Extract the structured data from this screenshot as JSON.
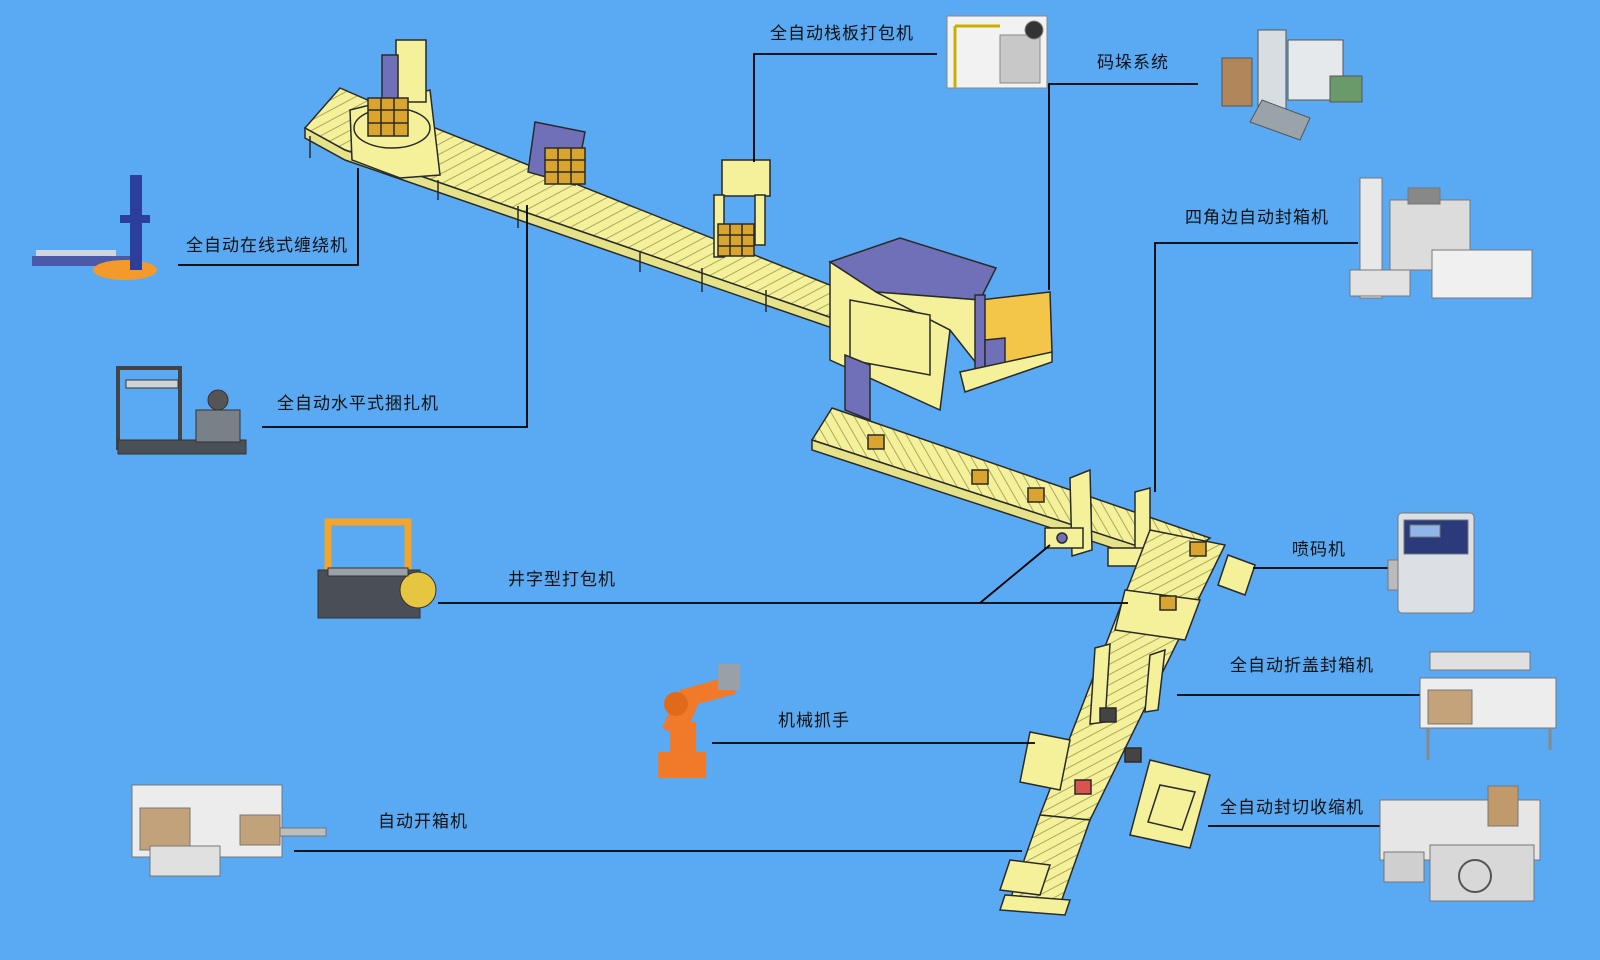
{
  "colors": {
    "background": "#5aa9f3",
    "conveyor": "#f4f19a",
    "machine_purple": "#7070b8",
    "machine_orange": "#f3c64a",
    "outline": "#2a2a2a",
    "robot": "#f07a2a",
    "leader_line": "#000000"
  },
  "labels": {
    "wrapping": "全自动在线式缠绕机",
    "horizontal_strapping": "全自动水平式捆扎机",
    "pallet_strapping": "全自动栈板打包机",
    "palletizing": "码垛系统",
    "four_corner_sealer": "四角边自动封箱机",
    "inkjet_printer": "喷码机",
    "cross_strapping": "井字型打包机",
    "fold_cover_sealer": "全自动折盖封箱机",
    "robot_gripper": "机械抓手",
    "shrink_wrapper": "全自动封切收缩机",
    "case_erector": "自动开箱机"
  }
}
